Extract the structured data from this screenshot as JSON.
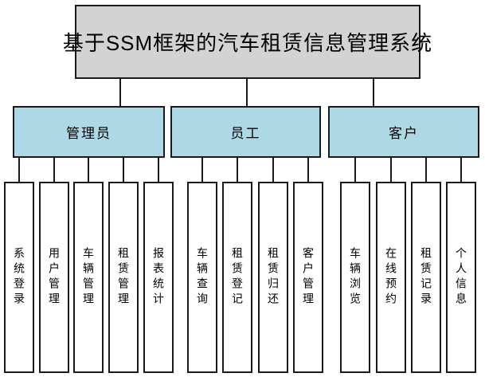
{
  "diagram": {
    "title": "基于SSM框架的汽车租赁信息管理系统",
    "branches": [
      {
        "label": "管理员",
        "children": [
          "系统登录",
          "用户管理",
          "车辆管理",
          "租赁管理",
          "报表统计"
        ]
      },
      {
        "label": "员工",
        "children": [
          "车辆查询",
          "租赁登记",
          "租赁归还",
          "客户管理"
        ]
      },
      {
        "label": "客户",
        "children": [
          "车辆浏览",
          "在线预约",
          "租赁记录",
          "个人信息"
        ]
      }
    ],
    "colors": {
      "root_fill": "#d3d3d3",
      "branch_fill": "#add8e6",
      "leaf_fill": "#ffffff",
      "border": "#1a1a1a"
    }
  }
}
